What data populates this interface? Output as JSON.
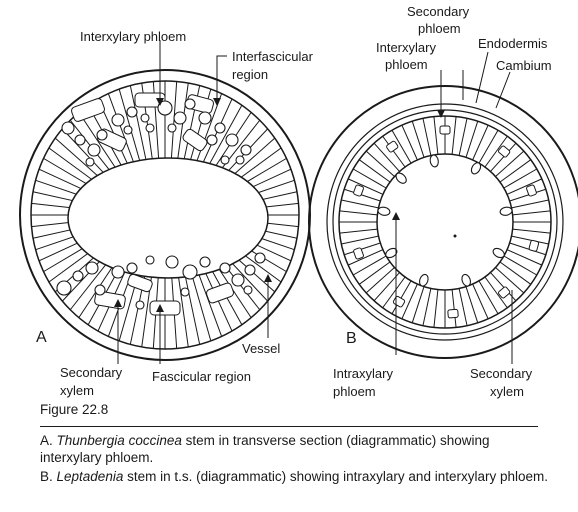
{
  "panel_a": {
    "letter": "A",
    "labels": {
      "interxylary_phloem": "Interxylary phloem",
      "interfascicular_1": "Interfascicular",
      "interfascicular_2": "region",
      "secondary_xylem_1": "Secondary",
      "secondary_xylem_2": "xylem",
      "fascicular_region": "Fascicular region",
      "vessel": "Vessel"
    }
  },
  "panel_b": {
    "letter": "B",
    "labels": {
      "secondary_phloem_1": "Secondary",
      "secondary_phloem_2": "phloem",
      "interxylary_1": "Interxylary",
      "interxylary_2": "phloem",
      "endodermis": "Endodermis",
      "cambium": "Cambium",
      "intraxylary_1": "Intraxylary",
      "intraxylary_2": "phloem",
      "secondary_xylem_1": "Secondary",
      "secondary_xylem_2": "xylem"
    }
  },
  "caption": {
    "figure_number": "Figure 22.8",
    "a_prefix": "A. ",
    "a_species": "Thunbergia coccinea",
    "a_text": " stem in transverse section (diagrammatic) showing  interxylary  phloem.",
    "b_prefix": "B. ",
    "b_species": "Leptadenia",
    "b_text": " stem in t.s. (diagrammatic) showing intraxylary and interxylary phloem."
  }
}
